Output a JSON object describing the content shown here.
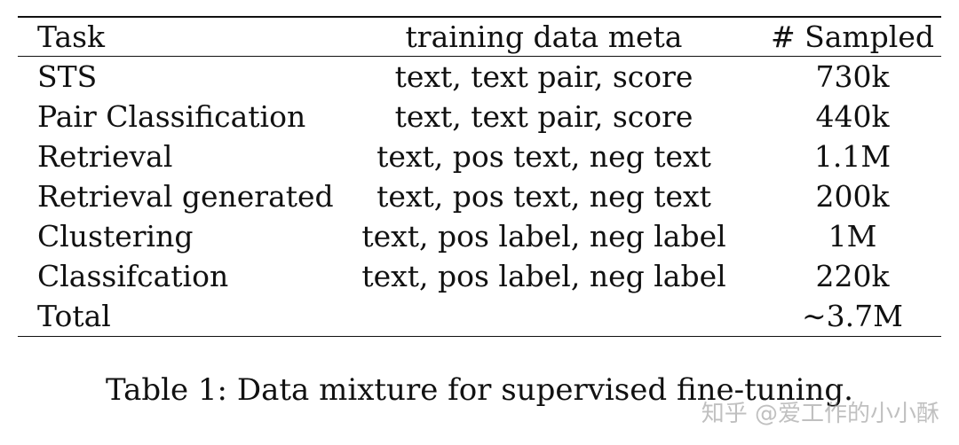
{
  "table": {
    "headers": [
      "Task",
      "training data meta",
      "# Sampled"
    ],
    "rows": [
      {
        "task": "STS",
        "meta": "text, text pair, score",
        "sampled": "730k"
      },
      {
        "task": "Pair Classification",
        "meta": "text, text pair, score",
        "sampled": "440k"
      },
      {
        "task": "Retrieval",
        "meta": "text, pos text, neg text",
        "sampled": "1.1M"
      },
      {
        "task": "Retrieval generated",
        "meta": "text, pos text, neg text",
        "sampled": "200k"
      },
      {
        "task": "Clustering",
        "meta": "text, pos label, neg label",
        "sampled": "1M"
      },
      {
        "task": "Classifcation",
        "meta": "text, pos label, neg label",
        "sampled": "220k"
      },
      {
        "task": "Total",
        "meta": "",
        "sampled": "∼3.7M"
      }
    ]
  },
  "caption": "Table 1: Data mixture for supervised fine-tuning.",
  "watermark": "知乎 @爱工作的小小酥"
}
